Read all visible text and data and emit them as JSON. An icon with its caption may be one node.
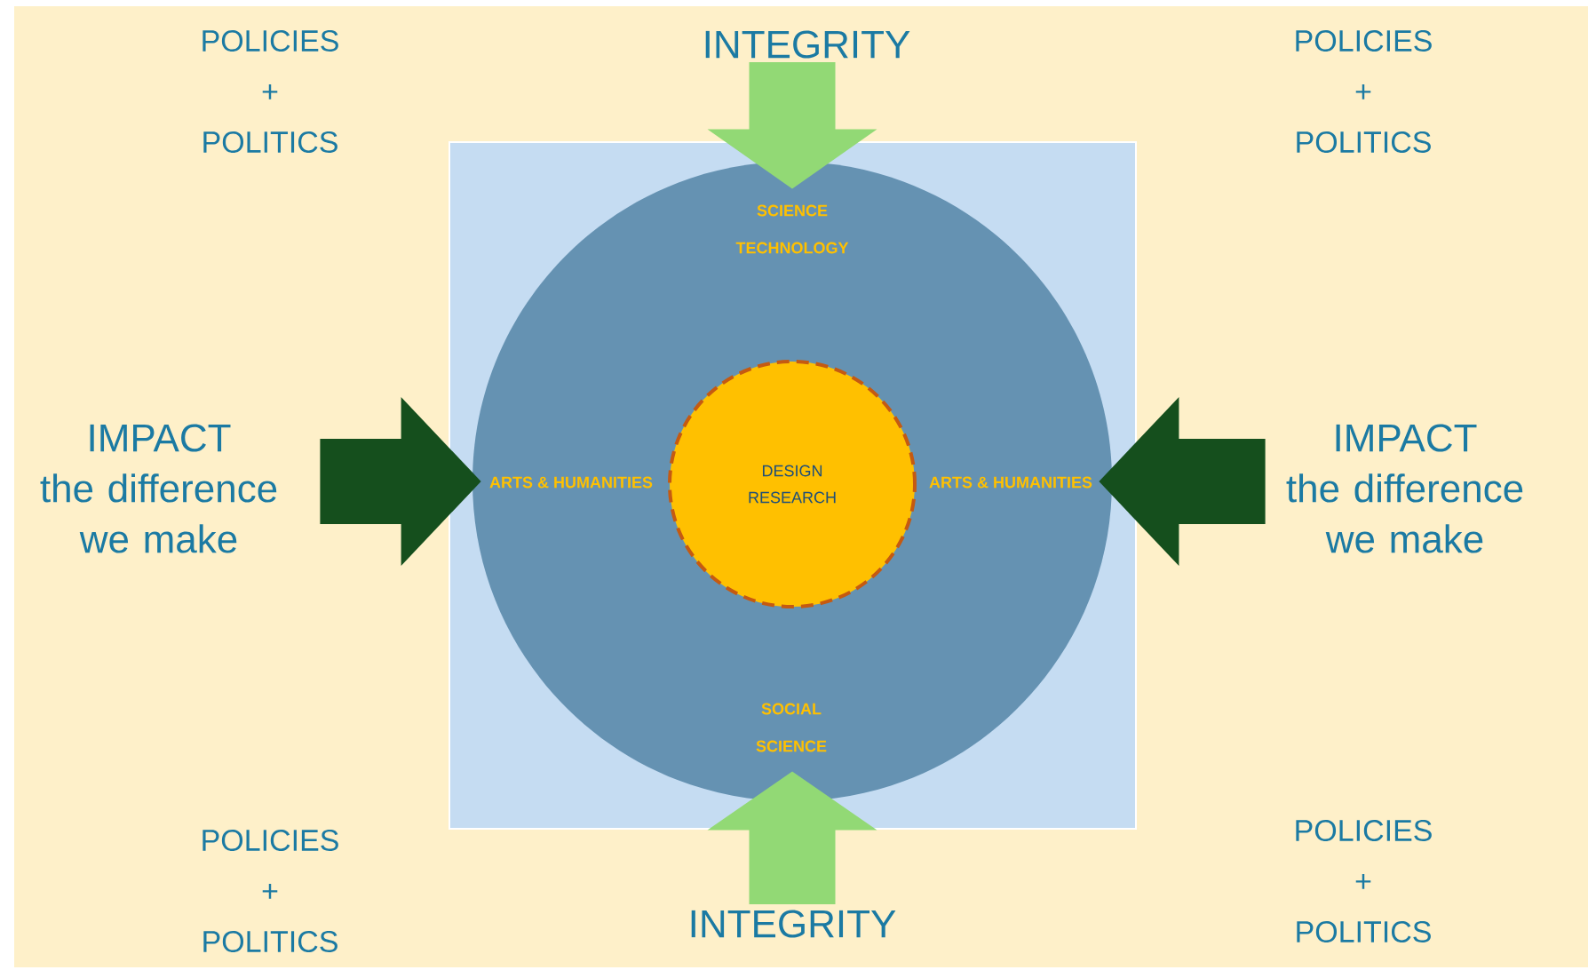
{
  "diagram": {
    "nodes": [
      {
        "text": [],
        "shape": "box"
      },
      {
        "text": [
          "SCIENCE TECHNOLOGY",
          "ARTS & HUMANITIES",
          "ARTS & HUMANITIES",
          "SOCIAL SCIENCE"
        ],
        "in": 0
      },
      {
        "text": [
          "DESIGN RESEARCH"
        ],
        "in": 1
      },
      {
        "text": [
          "INTEGRITY"
        ]
      },
      {
        "text": [
          "IMPACT",
          "the difference we make"
        ]
      },
      {
        "text": [
          "IMPACT",
          "the difference we make"
        ]
      },
      {
        "text": [
          "INTEGRITY"
        ]
      }
    ],
    "edges": [
      {
        "from": 3,
        "to": 1,
        "arrow": "to",
        "color": "#92d975"
      },
      {
        "from": 4,
        "to": 1,
        "arrow": "to",
        "color": "#154f1d"
      },
      {
        "from": 5,
        "to": 1,
        "arrow": "to",
        "color": "#154f1d"
      },
      {
        "from": 6,
        "to": 1,
        "arrow": "to",
        "color": "#92d975"
      }
    ],
    "labels": [
      "POLICIES + POLITICS",
      "POLICIES + POLITICS",
      "POLICIES + POLITICS",
      "POLICIES + POLITICS"
    ]
  }
}
